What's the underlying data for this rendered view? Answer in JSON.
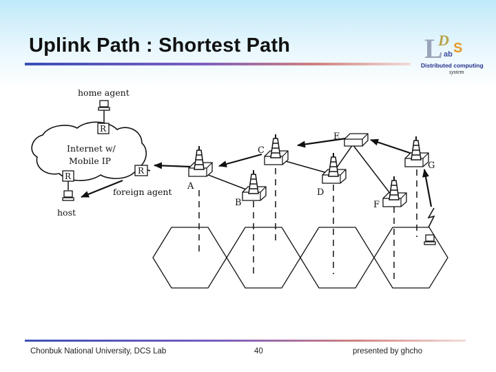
{
  "slide": {
    "title": "Uplink Path : Shortest Path",
    "logo": {
      "mark": "LDS",
      "caption": "Distributed computing",
      "subcaption": "system"
    }
  },
  "diagram": {
    "home_agent": "home agent",
    "internet_line1": "Internet w/",
    "internet_line2": "Mobile IP",
    "router": "R",
    "foreign_agent": "foreign agent",
    "host": "host",
    "nodes": [
      "A",
      "B",
      "C",
      "D",
      "E",
      "F",
      "G"
    ]
  },
  "footer": {
    "left": "Chonbuk National University, DCS Lab",
    "page": "40",
    "right": "presented by ghcho"
  }
}
